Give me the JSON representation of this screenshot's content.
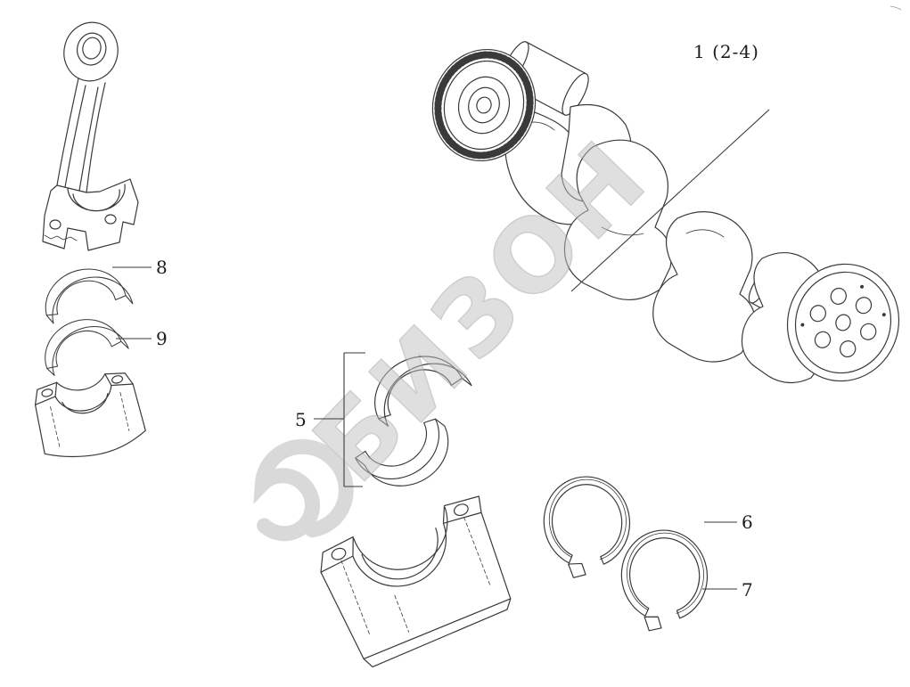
{
  "page": {
    "background": "#ffffff",
    "line_color": "#3a3a3a",
    "label_color": "#1c1c1c"
  },
  "labels": {
    "crankshaft": "1 (2-4)",
    "main_bearing": "5",
    "thrust_washer_upper": "6",
    "thrust_washer_lower": "7",
    "rod_bearing_upper": "8",
    "rod_bearing_lower": "9"
  },
  "watermark": {
    "text": "БИЗОН",
    "color": "#c0c0c0"
  }
}
